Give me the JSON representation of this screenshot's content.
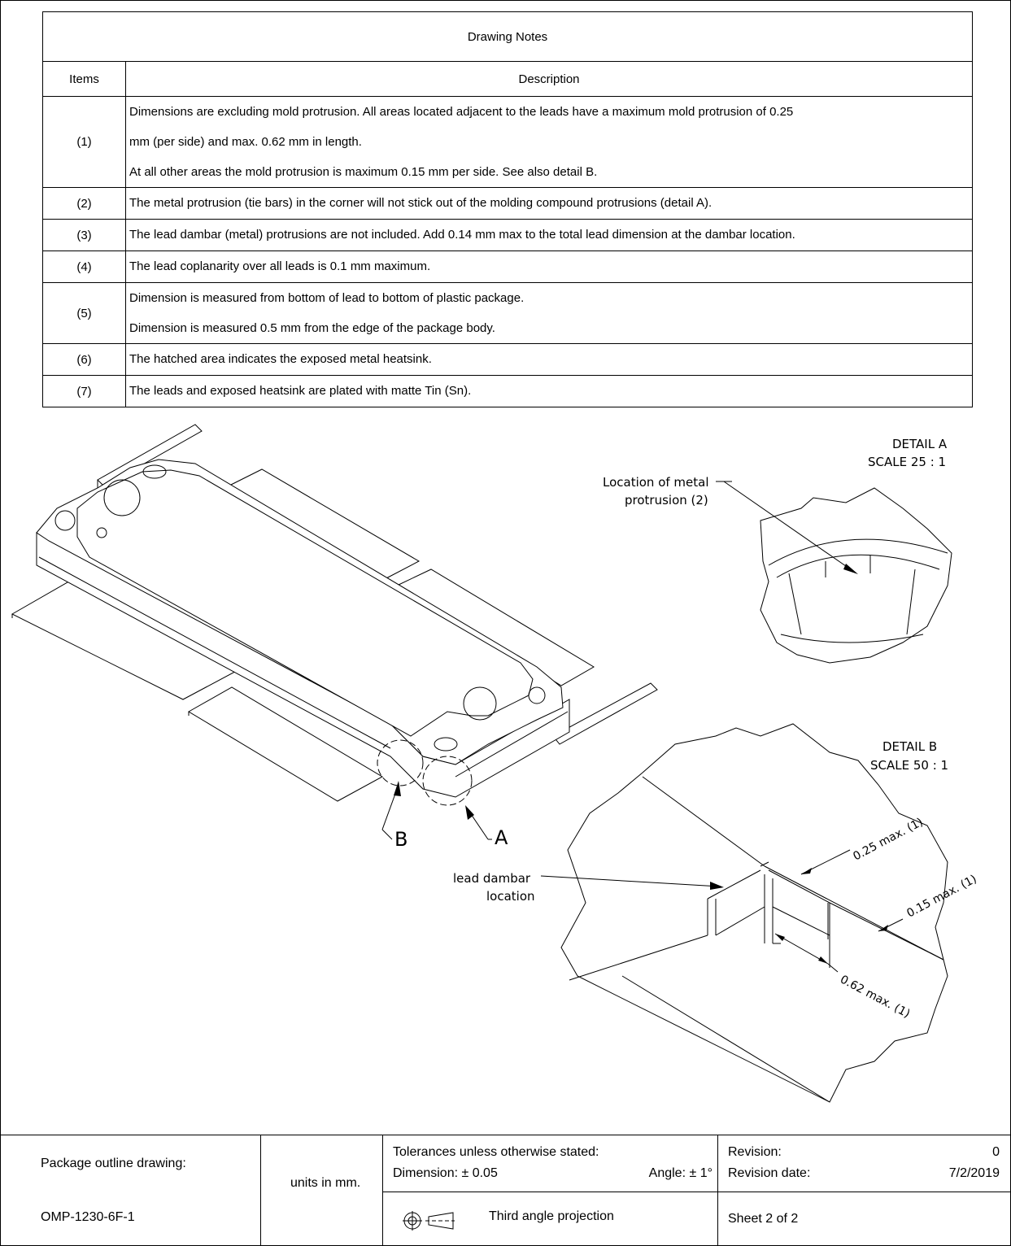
{
  "notes": {
    "title": "Drawing Notes",
    "col_items": "Items",
    "col_description": "Description",
    "rows": [
      {
        "item": "(1)",
        "lines": [
          "Dimensions are excluding mold protrusion. All areas located adjacent to the leads have a maximum mold protrusion of 0.25",
          "mm (per side) and max. 0.62 mm in length.",
          "At all other areas the mold protrusion is maximum 0.15 mm per side. See also detail B."
        ]
      },
      {
        "item": "(2)",
        "lines": [
          "The metal protrusion (tie bars) in the corner will not stick out of the molding compound protrusions (detail A)."
        ]
      },
      {
        "item": "(3)",
        "lines": [
          "The lead dambar (metal) protrusions are not included. Add 0.14 mm max to the total lead dimension at the dambar location."
        ]
      },
      {
        "item": "(4)",
        "lines": [
          "The lead coplanarity over all leads is 0.1 mm maximum."
        ]
      },
      {
        "item": "(5)",
        "lines": [
          "Dimension is measured from bottom of lead to bottom of plastic package.",
          "Dimension is measured 0.5 mm from the edge of the package body."
        ]
      },
      {
        "item": "(6)",
        "lines": [
          "The hatched area indicates the exposed metal heatsink."
        ]
      },
      {
        "item": "(7)",
        "lines": [
          "The leads and exposed heatsink are plated with matte Tin (Sn)."
        ]
      }
    ]
  },
  "drawing": {
    "detail_a_title": "DETAIL  A",
    "detail_a_scale": "SCALE 25 : 1",
    "detail_a_label_1": "Location of metal",
    "detail_a_label_2": "protrusion (2)",
    "detail_b_title": "DETAIL  B",
    "detail_b_scale": "SCALE 50 : 1",
    "callout_a": "A",
    "callout_b": "B",
    "dambar_1": "lead dambar",
    "dambar_2": "location",
    "dim_025": "0.25 max. (1)",
    "dim_015": "0.15 max. (1)",
    "dim_062": "0.62 max. (1)"
  },
  "title_block": {
    "package_label": "Package outline drawing:",
    "package_id": "OMP-1230-6F-1",
    "units": "units in mm.",
    "tolerances": "Tolerances unless otherwise stated:",
    "dimension": "Dimension: ± 0.05",
    "angle": "Angle: ± 1°",
    "revision_label": "Revision:",
    "revision_value": "0",
    "revision_date_label": "Revision date:",
    "revision_date_value": "7/2/2019",
    "projection": "Third angle projection",
    "sheet": "Sheet 2 of 2"
  }
}
